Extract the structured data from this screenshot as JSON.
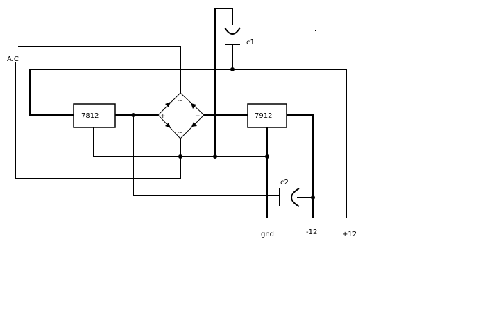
{
  "labels": {
    "ac": "A.C",
    "c1": "c1",
    "c2": "c2",
    "gnd": "gnd",
    "minus12": "-12",
    "plus12": "+12"
  },
  "regulators": {
    "positive": "7812",
    "negative": "7912"
  },
  "bridge": {
    "plus": "+",
    "minus": "−",
    "ac_top": "~",
    "ac_bottom": "~"
  }
}
